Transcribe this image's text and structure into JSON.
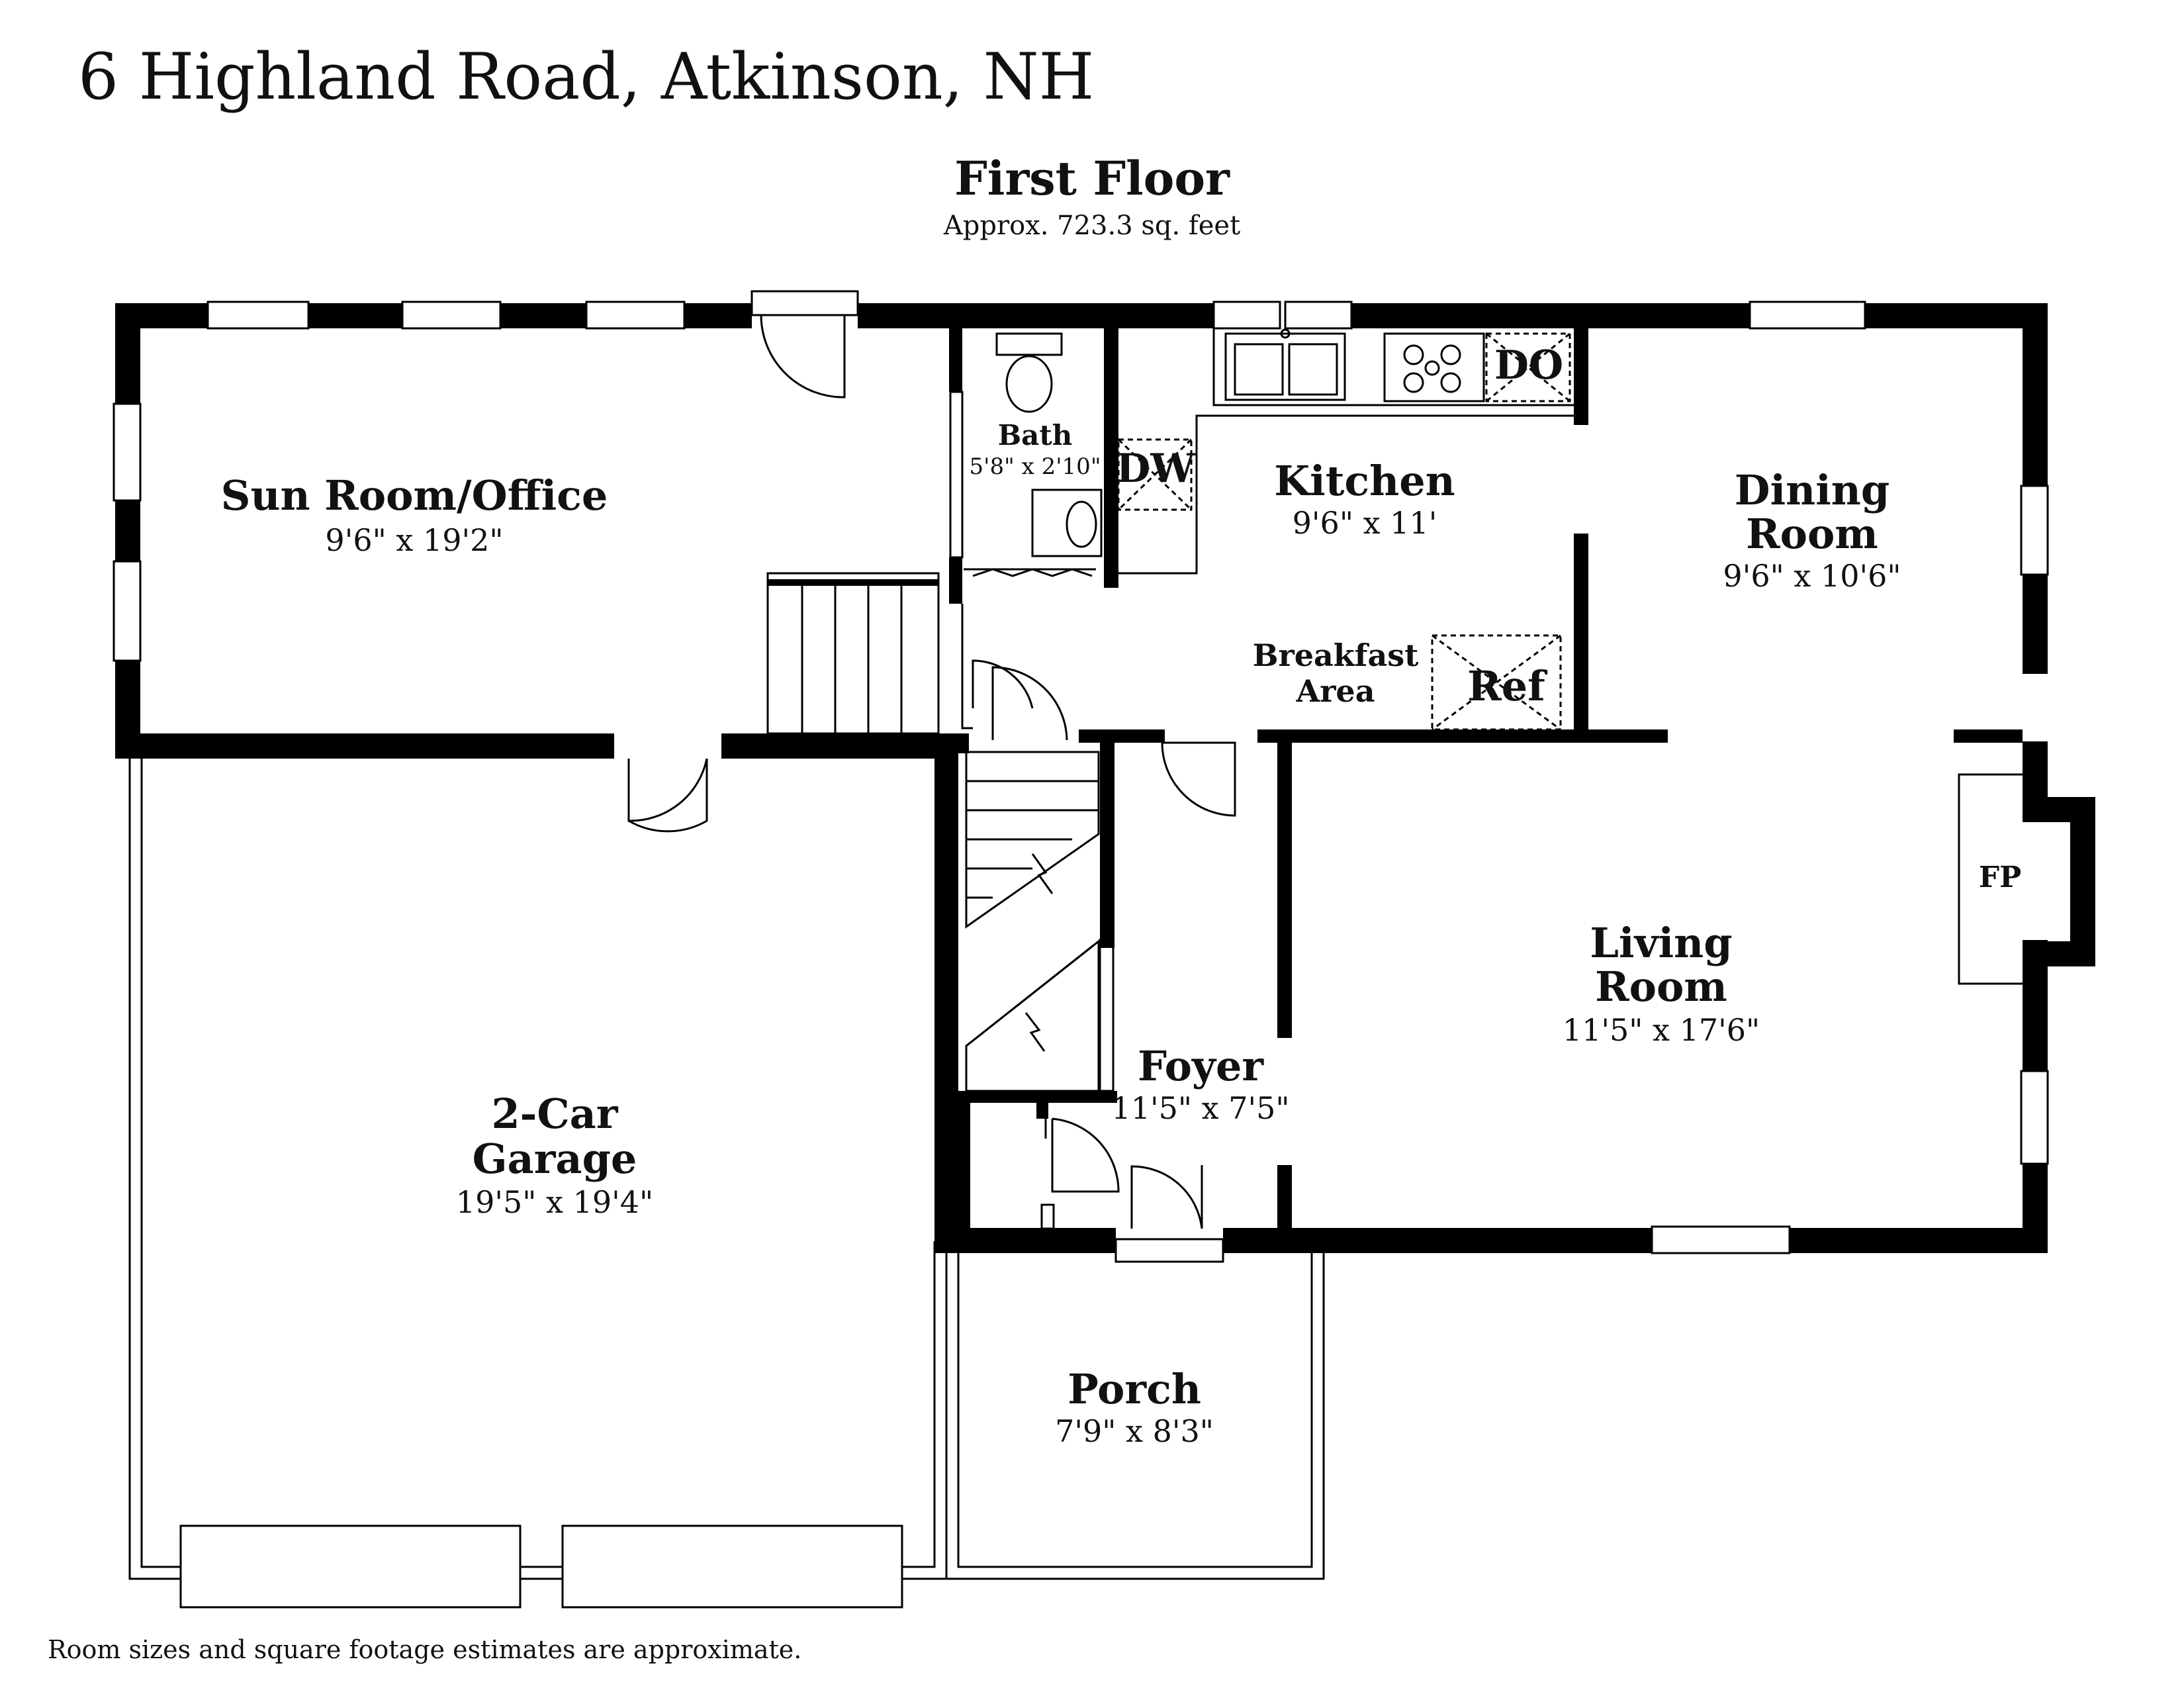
{
  "header": {
    "address": "6 Highland Road, Atkinson, NH",
    "floor_name": "First Floor",
    "floor_area": "Approx. 723.3 sq. feet"
  },
  "rooms": {
    "sunroom": {
      "name": "Sun Room/Office",
      "dims": "9'6\" x 19'2\""
    },
    "bath": {
      "name": "Bath",
      "dims": "5'8\" x 2'10\""
    },
    "kitchen": {
      "name": "Kitchen",
      "dims": "9'6\" x 11'"
    },
    "dining": {
      "name_line1": "Dining",
      "name_line2": "Room",
      "dims": "9'6\" x 10'6\""
    },
    "breakfast": {
      "name_line1": "Breakfast",
      "name_line2": "Area"
    },
    "garage": {
      "name_line1": "2-Car",
      "name_line2": "Garage",
      "dims": "19'5\" x 19'4\""
    },
    "foyer": {
      "name": "Foyer",
      "dims": "11'5\" x 7'5\""
    },
    "living": {
      "name_line1": "Living",
      "name_line2": "Room",
      "dims": "11'5\" x 17'6\""
    },
    "porch": {
      "name": "Porch",
      "dims": "7'9\" x 8'3\""
    }
  },
  "fixtures": {
    "dishwasher": "DW",
    "double_oven": "DO",
    "refrigerator": "Ref",
    "fireplace": "FP"
  },
  "footer": {
    "note": "Room sizes and square footage estimates are approximate."
  }
}
